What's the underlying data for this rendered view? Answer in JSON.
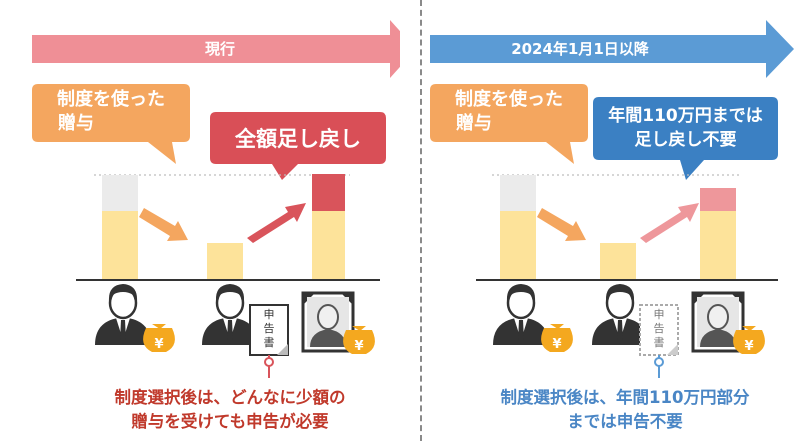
{
  "left": {
    "banner": "現行",
    "bubble": [
      "制度を使った",
      "贈与"
    ],
    "callout": "全額足し戻し",
    "document_char": [
      "申",
      "告",
      "書"
    ],
    "coin_symbol": "¥",
    "note": [
      "制度選択後は、どんなに少額の",
      "贈与を受けても申告が必要"
    ]
  },
  "right": {
    "banner": "2024年1月1日以降",
    "bubble": [
      "制度を使った",
      "贈与"
    ],
    "callout": [
      "年間110万円までは",
      "足し戻し不要"
    ],
    "document_char": [
      "申",
      "告",
      "書"
    ],
    "coin_symbol": "¥",
    "note": [
      "制度選択後は、年間110万円部分",
      "までは申告不要"
    ]
  },
  "colors": {
    "banner_left": "#ef8f96",
    "banner_right": "#5b9bd5",
    "bubble": "#f4a65f",
    "callout_left": "#d94f57",
    "callout_right": "#3b80c3",
    "bar_yellow": "#fde39a",
    "bar_grey": "#ebebeb",
    "bar_red": "#d9545b",
    "bar_pink": "#ee979b",
    "note_left": "#c0392b",
    "note_right": "#4a86c5"
  },
  "icons": [
    "man-icon",
    "man-with-document-icon",
    "memorial-portrait-icon",
    "yen-bag-icon",
    "arrow-icon"
  ]
}
